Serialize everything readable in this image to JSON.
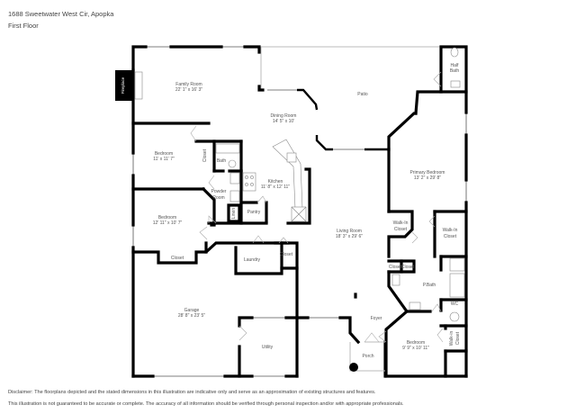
{
  "header": {
    "address": "1688 Sweetwater West Cir, Apopka",
    "floor": "First Floor"
  },
  "rooms": {
    "family_room": {
      "name": "Family Room",
      "dims": "22' 1\" x 16' 3\""
    },
    "fireplace": {
      "name": "Fireplace"
    },
    "dining_room": {
      "name": "Dining Room",
      "dims": "14' 5\" x 10'"
    },
    "patio": {
      "name": "Patio"
    },
    "half_bath": {
      "name_line1": "Half",
      "name_line2": "Bath"
    },
    "bedroom_1": {
      "name": "Bedroom",
      "dims": "11' x 11' 7\""
    },
    "closet_1": {
      "name": "Closet"
    },
    "bath": {
      "name": "Bath"
    },
    "powder_room": {
      "name_line1": "Powder",
      "name_line2": "Room"
    },
    "linen": {
      "name": "Linen"
    },
    "pantry": {
      "name": "Pantry"
    },
    "kitchen": {
      "name": "Kitchen",
      "dims": "11' 8\" x 12' 11\""
    },
    "primary_bedroom": {
      "name": "Primary Bedroom",
      "dims": "13' 2\" x 29' 8\""
    },
    "walkin_closet_1": {
      "name_line1": "Walk-In",
      "name_line2": "Closet"
    },
    "walkin_closet_2": {
      "name_line1": "Walk-In",
      "name_line2": "Closet"
    },
    "bedroom_2": {
      "name": "Bedroom",
      "dims": "12' 11\" x 10' 7\""
    },
    "closet_2": {
      "name": "Closet"
    },
    "laundry": {
      "name": "Laundry"
    },
    "closet_3": {
      "name": "Closet"
    },
    "living_room": {
      "name": "Living Room",
      "dims": "18' 3\" x 29' 6\""
    },
    "closet_4": {
      "name": "Closet"
    },
    "closet_5": {
      "name": "Closet"
    },
    "p_bath": {
      "name": "P.Bath"
    },
    "wc": {
      "name": "WC"
    },
    "garage": {
      "name": "Garage",
      "dims": "28' 8\" x 23' 5\""
    },
    "utility": {
      "name": "Utility"
    },
    "foyer": {
      "name": "Foyer"
    },
    "porch": {
      "name": "Porch"
    },
    "bedroom_3": {
      "name": "Bedroom",
      "dims": "9' 9\" x 10' 11\""
    },
    "walkin_closet_3": {
      "name_line1": "Walk-in",
      "name_line2": "Closet"
    }
  },
  "disclaimer": {
    "line1": "Disclaimer: The floorplans depicted and the stated dimensions in this illustration are indicative only and serve as an approximation of existing structures and features.",
    "line2": "This illustration is not guaranteed to be accurate or complete. The accuracy of all information should be verified through personal inspection and/or with appropriate professionals."
  }
}
